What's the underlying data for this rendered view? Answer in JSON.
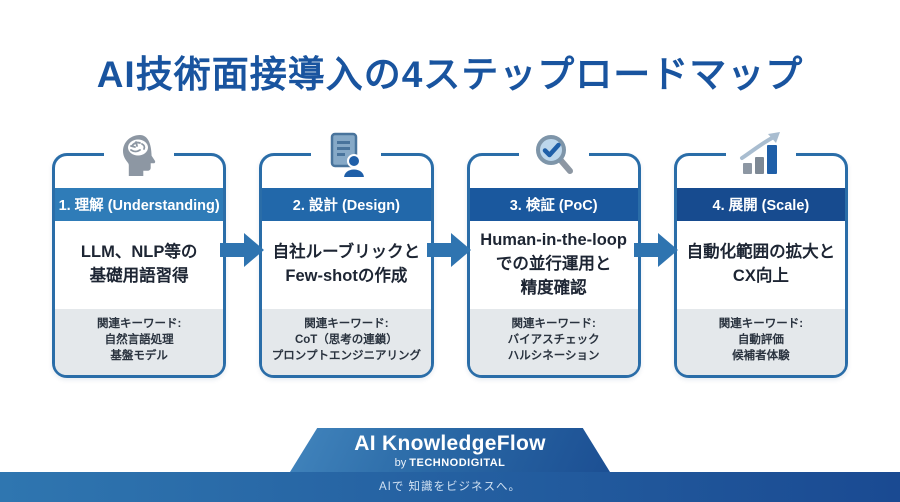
{
  "title": "AI技術面接導入の4ステップロードマップ",
  "colors": {
    "title": "#19549f",
    "card_border": "#2a6da8",
    "arrow": "#2f74b0",
    "keywords_bg": "#e4e8eb",
    "footer_strip_left": "#2f76b0",
    "footer_strip_right": "#1a4a92"
  },
  "cards": [
    {
      "icon": "brain-head-icon",
      "accent": "#2f7cb8",
      "step_label": "1. 理解 (Understanding)",
      "body_lines": [
        "LLM、NLP等の",
        "基礎用語習得"
      ],
      "keywords_label": "関連キーワード:",
      "keywords": [
        "自然言語処理",
        "基盤モデル"
      ]
    },
    {
      "icon": "document-person-icon",
      "accent": "#2268aa",
      "step_label": "2. 設計 (Design)",
      "body_lines": [
        "自社ルーブリックと",
        "Few-shotの作成"
      ],
      "keywords_label": "関連キーワード:",
      "keywords": [
        "CoT（思考の連鎖）",
        "プロンプトエンジニアリング"
      ]
    },
    {
      "icon": "magnifier-check-icon",
      "accent": "#1a589e",
      "step_label": "3. 検証 (PoC)",
      "body_lines": [
        "Human-in-the-loop",
        "での並行運用と",
        "精度確認"
      ],
      "keywords_label": "関連キーワード:",
      "keywords": [
        "バイアスチェック",
        "ハルシネーション"
      ]
    },
    {
      "icon": "growth-chart-icon",
      "accent": "#174b8f",
      "step_label": "4. 展開 (Scale)",
      "body_lines": [
        "自動化範囲の拡大と",
        "CX向上"
      ],
      "keywords_label": "関連キーワード:",
      "keywords": [
        "自動評価",
        "候補者体験"
      ]
    }
  ],
  "footer": {
    "brand_title": "AI KnowledgeFlow",
    "by_label": "by ",
    "brand_sub": "TECHNODIGITAL",
    "tagline": "AIで 知識をビジネスへ。"
  }
}
